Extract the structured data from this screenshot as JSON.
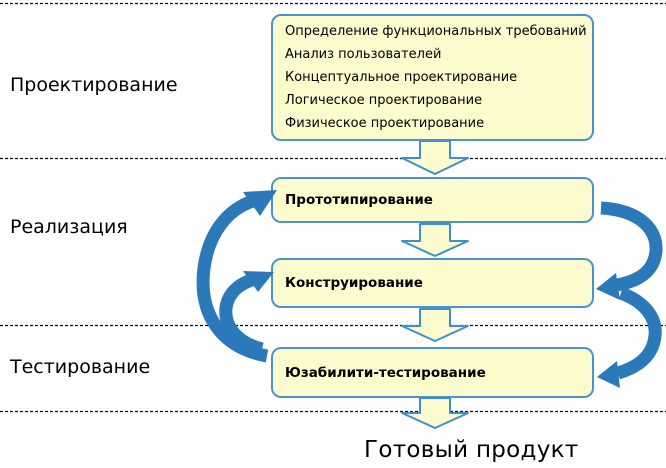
{
  "sections": {
    "design": "Проектирование",
    "implementation": "Реализация",
    "testing": "Тестирование"
  },
  "design_activities": {
    "items": [
      "Определение функциональных требований",
      "Анализ пользователей",
      "Концептуальное проектирование",
      "Логическое проектирование",
      "Физическое проектирование"
    ]
  },
  "stages": {
    "prototyping": "Прототипирование",
    "construction": "Конструирование",
    "usability_testing": "Юзабилити-тестирование"
  },
  "result": {
    "label": "Готовый продукт"
  },
  "colors": {
    "box_fill": "#fbfbce",
    "box_border": "#4795cf",
    "flow_arrow_fill": "#fbfbce",
    "flow_arrow_border": "#3e8fd0",
    "loop_arrow": "#2c79ba",
    "divider": "#000000",
    "text": "#000000"
  }
}
